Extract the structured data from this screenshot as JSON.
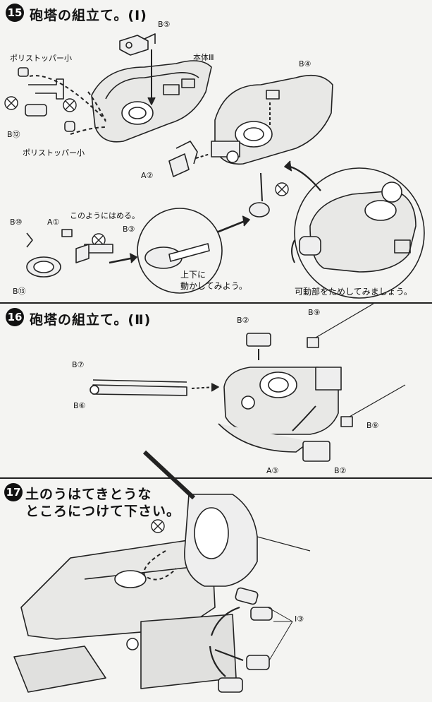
{
  "steps": [
    {
      "number": "15",
      "title": "砲塔の組立て。(Ⅰ)",
      "labels": {
        "b5": "B⑤",
        "polystopper_small_1": "ポリストッパー小",
        "body3": "本体Ⅲ",
        "b4": "B④",
        "b12": "B⑫",
        "polystopper_small_2": "ポリストッパー小",
        "a2": "A②",
        "b10": "B⑩",
        "a1": "A①",
        "fit_note": "このようにはめる。",
        "b3": "B③",
        "b13": "B⑬",
        "move_note_line1": "上下に",
        "move_note_line2": "動かしてみよう。",
        "movable_note": "可動部をためしてみましょう。"
      }
    },
    {
      "number": "16",
      "title": "砲塔の組立て。(Ⅱ)",
      "labels": {
        "b2_top": "B②",
        "b9_top": "B⑨",
        "b7": "B⑦",
        "b6": "B⑥",
        "b9_side": "B⑨",
        "a3": "A③",
        "b2_bottom": "B②"
      }
    },
    {
      "number": "17",
      "title_line1": "土のうはてきとうな",
      "title_line2": "ところにつけて下さい。",
      "labels": {
        "i3": "I③"
      }
    }
  ]
}
